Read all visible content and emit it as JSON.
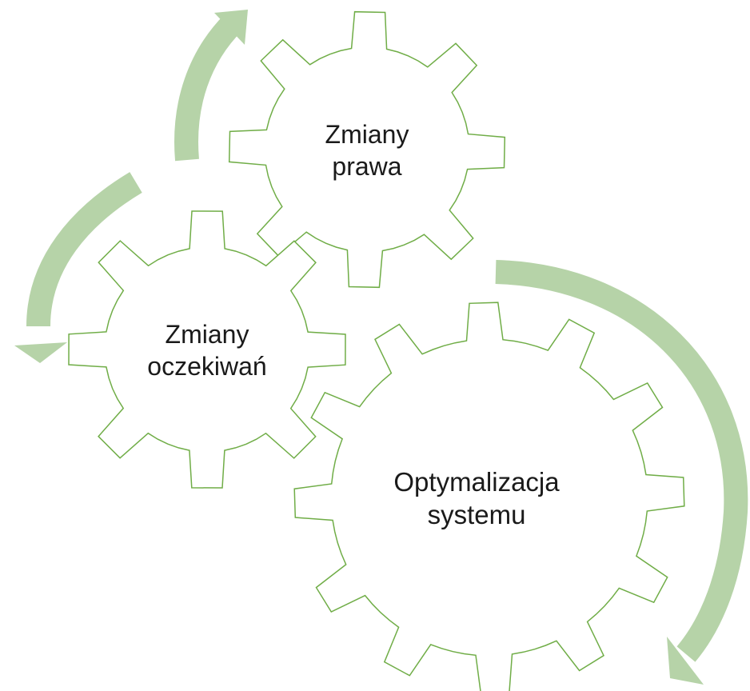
{
  "diagram": {
    "gears": [
      {
        "line1": "Zmiany",
        "line2": "prawa"
      },
      {
        "line1": "Zmiany",
        "line2": "oczekiwań"
      },
      {
        "line1": "Optymalizacja",
        "line2": "systemu"
      }
    ],
    "colors": {
      "gear_stroke": "#70ad47",
      "gear_fill": "#ffffff",
      "arrow_fill": "#b6d3a8",
      "text": "#1a1a1a"
    }
  }
}
